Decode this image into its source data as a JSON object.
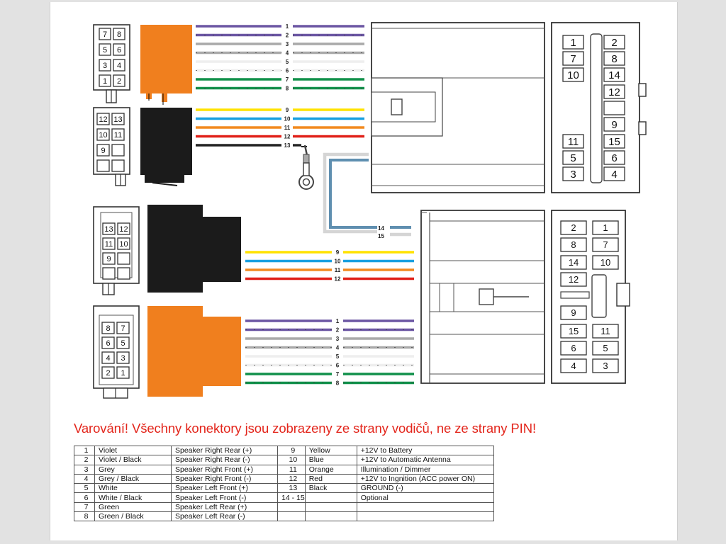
{
  "warning": "Varování! Všechny konektory jsou zobrazeny ze strany vodičů, ne ze strany PIN!",
  "colors": {
    "violet": "#6b56a3",
    "grey": "#a9a9a9",
    "white": "#eeeeee",
    "green": "#11904a",
    "yellow": "#ffe200",
    "blue": "#1aa0e0",
    "orange": "#f28a1f",
    "red": "#e02018",
    "black": "#222222",
    "antenna": "#5f8fb0",
    "housing_orange": "#f07f1e",
    "housing_black": "#1b1b1b"
  },
  "wire_groups": {
    "top_speaker": [
      "1",
      "2",
      "3",
      "4",
      "5",
      "6",
      "7",
      "8"
    ],
    "top_power": [
      "9",
      "10",
      "11",
      "12",
      "13"
    ],
    "antenna": [
      "14",
      "15"
    ],
    "bottom_power": [
      "9",
      "10",
      "11",
      "12"
    ],
    "bottom_speaker": [
      "1",
      "2",
      "3",
      "4",
      "5",
      "6",
      "7",
      "8"
    ]
  },
  "pin_labels": {
    "iso_top_speaker": [
      "7",
      "8",
      "5",
      "6",
      "3",
      "4",
      "1",
      "2"
    ],
    "iso_top_power": [
      "12",
      "13",
      "10",
      "11",
      "9"
    ],
    "top_right_left": [
      "1",
      "7",
      "10",
      "11",
      "5",
      "3"
    ],
    "top_right_right": [
      "2",
      "8",
      "14",
      "12",
      "9",
      "15",
      "6",
      "4"
    ],
    "iso_bottom_power": [
      "13",
      "12",
      "11",
      "10",
      "9"
    ],
    "iso_bottom_speaker": [
      "8",
      "7",
      "6",
      "5",
      "4",
      "3",
      "2",
      "1"
    ],
    "bottom_right_left": [
      "2",
      "8",
      "14",
      "12",
      "9",
      "15",
      "6",
      "4"
    ],
    "bottom_right_right": [
      "1",
      "7",
      "10",
      "11",
      "5",
      "3"
    ]
  },
  "table": [
    {
      "pin": "1",
      "color": "Violet",
      "func": "Speaker Right Rear (+)",
      "pin2": "9",
      "color2": "Yellow",
      "func2": "+12V to Battery"
    },
    {
      "pin": "2",
      "color": "Violet / Black",
      "func": "Speaker Right Rear (-)",
      "pin2": "10",
      "color2": "Blue",
      "func2": "+12V to Automatic Antenna"
    },
    {
      "pin": "3",
      "color": "Grey",
      "func": "Speaker Right Front (+)",
      "pin2": "11",
      "color2": "Orange",
      "func2": "Illumination / Dimmer"
    },
    {
      "pin": "4",
      "color": "Grey / Black",
      "func": "Speaker Right Front (-)",
      "pin2": "12",
      "color2": "Red",
      "func2": "+12V to Ingnition (ACC power ON)"
    },
    {
      "pin": "5",
      "color": "White",
      "func": "Speaker Left Front (+)",
      "pin2": "13",
      "color2": "Black",
      "func2": "GROUND (-)"
    },
    {
      "pin": "6",
      "color": "White / Black",
      "func": "Speaker Left Front (-)",
      "pin2": "14 - 15",
      "color2": "",
      "func2": "Optional"
    },
    {
      "pin": "7",
      "color": "Green",
      "func": "Speaker Left Rear (+)",
      "pin2": "",
      "color2": "",
      "func2": ""
    },
    {
      "pin": "8",
      "color": "Green / Black",
      "func": "Speaker Left Rear (-)",
      "pin2": "",
      "color2": "",
      "func2": ""
    }
  ]
}
